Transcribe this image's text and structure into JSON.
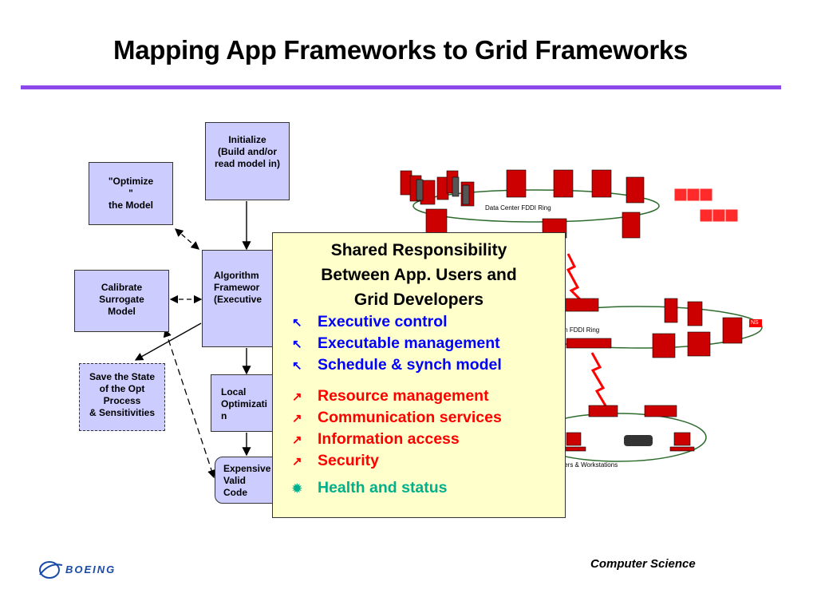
{
  "title": "Mapping App Frameworks to Grid Frameworks",
  "boxes": {
    "initialize": "Initialize\n(Build and/or\nread model in)",
    "optimize": "\"Optimize\n\"\nthe Model",
    "algorithm": "Algorithm\nFramewor\n(Executive",
    "calibrate": "Calibrate\nSurrogate\nModel",
    "save_state": "Save the State\nof the Opt\nProcess\n& Sensitivities",
    "local_opt": "Local\nOptimizati\nn",
    "expensive": "Expensive\nValid\nCode"
  },
  "network": {
    "data_center_label": "Data Center FDDI Ring",
    "mid_ring_label": "m FDDI Ring",
    "workstations_label": "ters & Workstations",
    "tag_label": "NS"
  },
  "overlay": {
    "heading": "Shared Responsibility\nBetween App. Users and\nGrid Developers",
    "blue_items": [
      "Executive control",
      "Executable management",
      "Schedule & synch model"
    ],
    "red_items": [
      "Resource management",
      "Communication services",
      "Information access",
      "Security"
    ],
    "green_items": [
      "Health and status"
    ],
    "colors": {
      "blue": "#0000ff",
      "red": "#ff0000",
      "green": "#00b08c",
      "background": "#ffffcc"
    }
  },
  "footer": {
    "org": "Computer Science",
    "logo_text": "BOEING"
  }
}
